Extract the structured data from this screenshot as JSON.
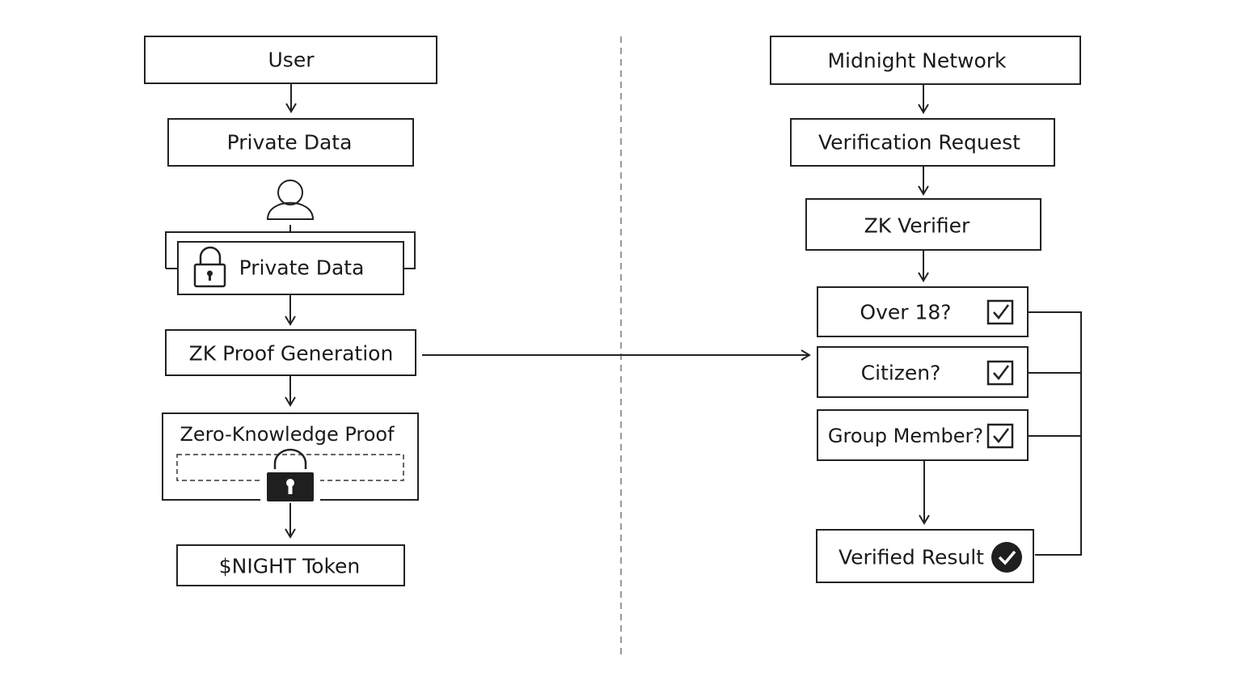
{
  "left_column": {
    "user": "User",
    "private_data_1": "Private Data",
    "private_data_2": "Private Data",
    "zk_proof_generation": "ZK Proof Generation",
    "zero_knowledge_proof": "Zero-Knowledge Proof",
    "night_token": "$NIGHT Token"
  },
  "right_column": {
    "midnight_network": "Midnight Network",
    "verification_request": "Verification Request",
    "zk_verifier": "ZK Verifier",
    "checks": [
      "Over 18?",
      "Citizen?",
      "Group Member?"
    ],
    "verified_result": "Verified Result"
  },
  "icons": {
    "person": "user-icon",
    "padlock": "lock-icon",
    "filled_padlock": "lock-filled-icon",
    "checkbox": "checkbox-checked-icon",
    "check_circle": "check-circle-icon"
  }
}
